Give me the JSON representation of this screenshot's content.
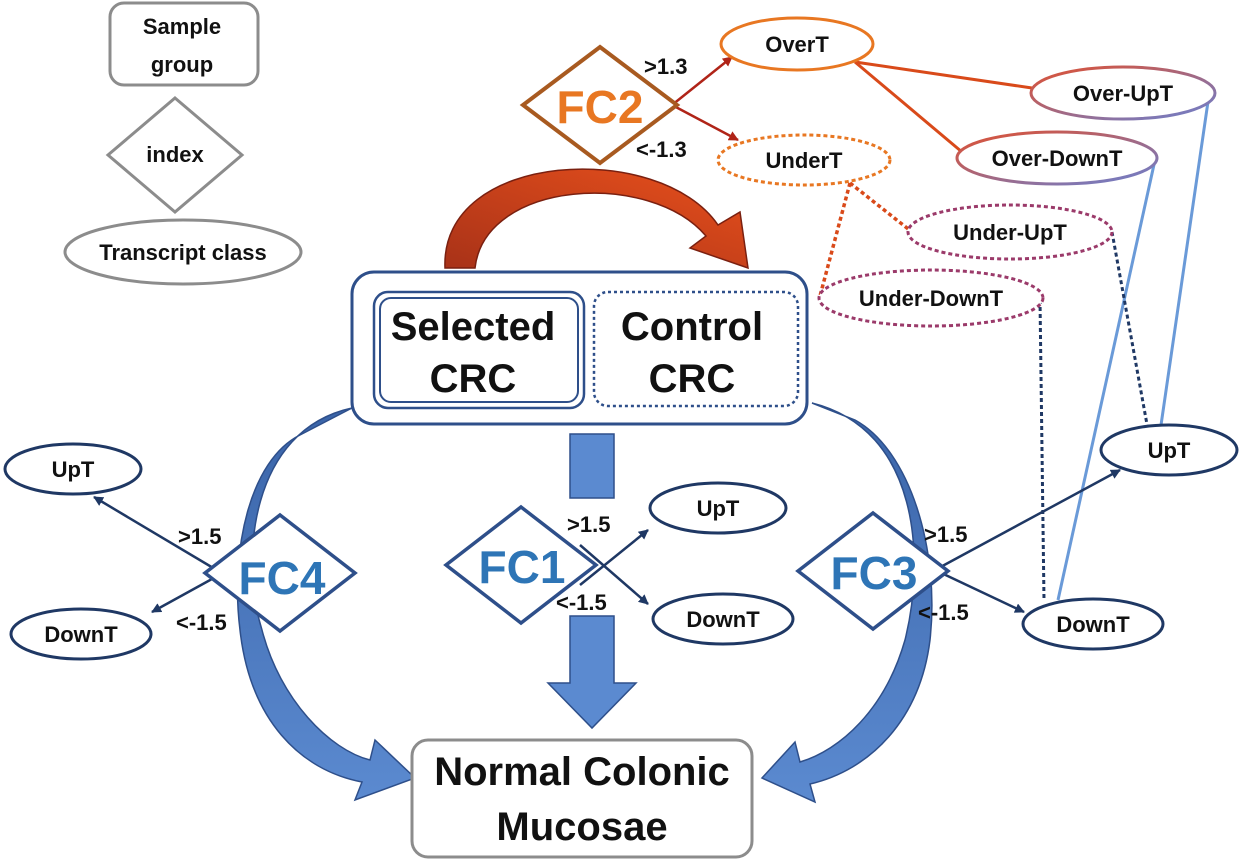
{
  "legend": {
    "sample_group_line1": "Sample",
    "sample_group_line2": "group",
    "index": "index",
    "transcript_class": "Transcript class"
  },
  "center": {
    "selected_line1": "Selected",
    "selected_line2": "CRC",
    "control_line1": "Control",
    "control_line2": "CRC"
  },
  "normal": {
    "line1": "Normal Colonic",
    "line2": "Mucosae"
  },
  "fc": {
    "fc1": "FC1",
    "fc2": "FC2",
    "fc3": "FC3",
    "fc4": "FC4"
  },
  "thresholds": {
    "fc2_up": ">1.3",
    "fc2_down": "<-1.3",
    "fc1_up": ">1.5",
    "fc1_down": "<-1.5",
    "fc3_up": ">1.5",
    "fc3_down": "<-1.5",
    "fc4_up": ">1.5",
    "fc4_down": "<-1.5"
  },
  "classes": {
    "overt": "OverT",
    "undert": "UnderT",
    "over_upt": "Over-UpT",
    "over_downt": "Over-DownT",
    "under_upt": "Under-UpT",
    "under_downt": "Under-DownT",
    "fc1_upt": "UpT",
    "fc1_downt": "DownT",
    "fc3_upt": "UpT",
    "fc3_downt": "DownT",
    "fc4_upt": "UpT",
    "fc4_downt": "DownT"
  },
  "colors": {
    "fc_blue": "#2e75b6",
    "fc2_orange": "#e87722",
    "navy": "#1f3864",
    "orange_edge": "#c55a11",
    "red_arrow": "#b02418",
    "light_blue": "#6a9ad8",
    "gray": "#8c8c8c",
    "arrow_fill": "#4a72b0"
  }
}
